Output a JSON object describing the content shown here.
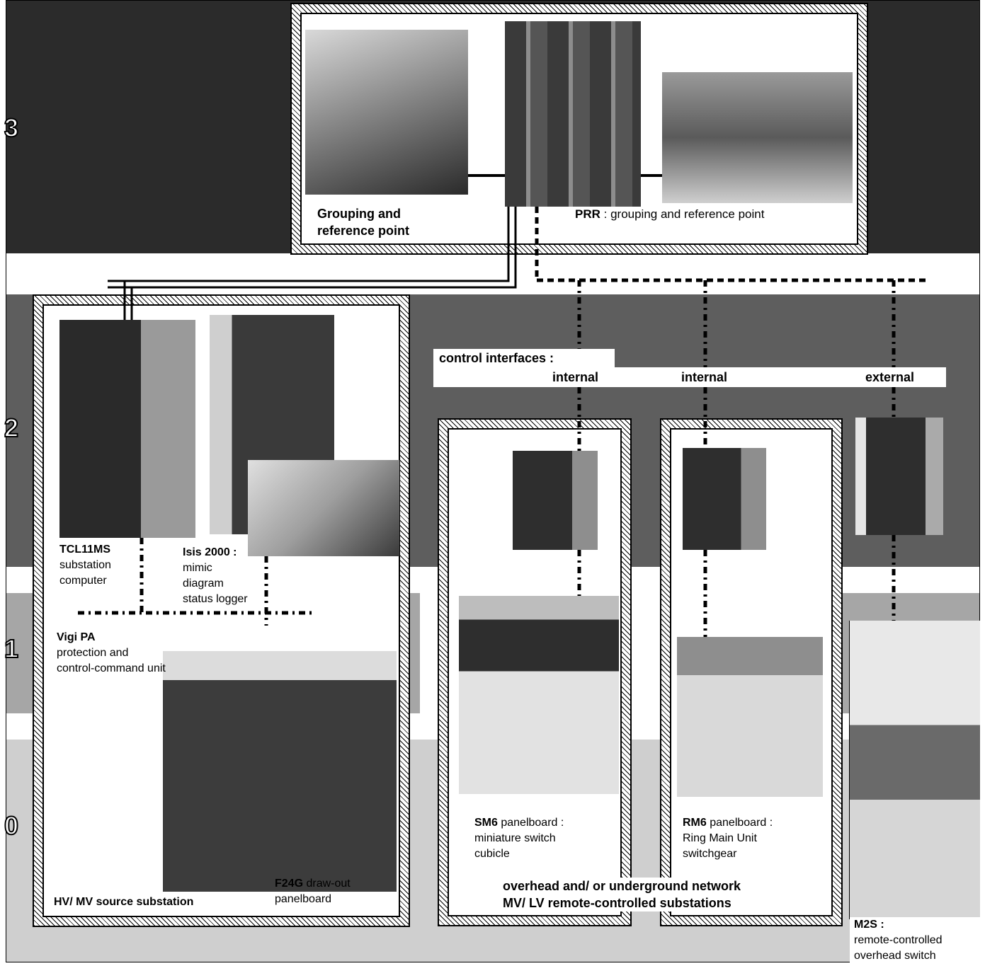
{
  "levels": [
    "3",
    "2",
    "1",
    "0"
  ],
  "prr": {
    "title_main": "Grouping and",
    "title_sub": "reference point",
    "label_bold": "PRR",
    "label_rest": " : grouping and reference point"
  },
  "control": {
    "heading": "control interfaces :",
    "internal1": "internal",
    "internal2": "internal",
    "external": "external"
  },
  "source": {
    "tcl_name": "TCL11MS",
    "tcl_l1": "substation",
    "tcl_l2": "computer",
    "isis_name": "Isis 2000 :",
    "isis_l1": "mimic",
    "isis_l2": "diagram",
    "isis_l3": "status logger",
    "vigi_name": "Vigi PA",
    "vigi_l1": "protection and",
    "vigi_l2": "control-command unit",
    "f24g_name": "F24G",
    "f24g_rest": " draw-out",
    "f24g_l2": "panelboard",
    "caption": "HV/ MV source substation"
  },
  "sm6": {
    "name": "SM6",
    "rest": " panelboard :",
    "l1": "miniature switch",
    "l2": "cubicle"
  },
  "rm6": {
    "name": "RM6",
    "rest": " panelboard :",
    "l1": "Ring Main Unit",
    "l2": "switchgear"
  },
  "network": {
    "l1": "overhead and/ or underground network",
    "l2": "MV/ LV remote-controlled substations"
  },
  "m2s": {
    "name": "M2S :",
    "l1": "remote-controlled",
    "l2": "overhead switch"
  },
  "colors": {
    "level3": "#2b2b2b",
    "level2": "#5e5e5e",
    "level1": "#a6a6a6",
    "level0": "#cfcfcf"
  }
}
